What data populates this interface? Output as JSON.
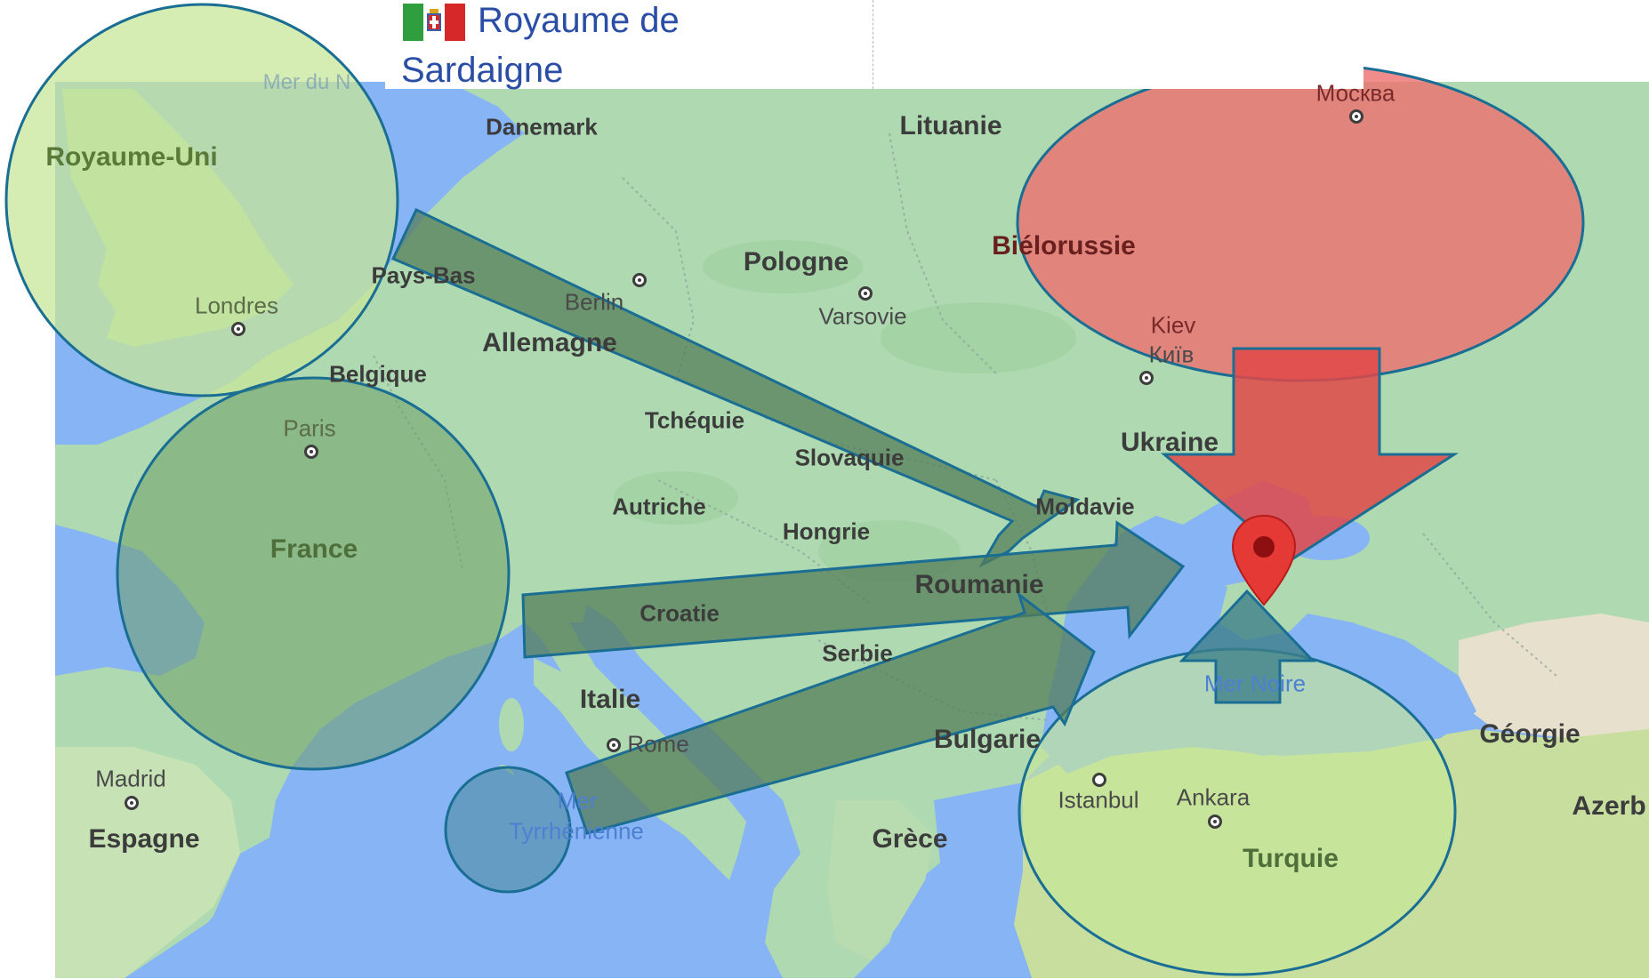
{
  "colors": {
    "sea": "#86b4f4",
    "land": "#aed9b1",
    "land_warm": "#e9e2cf",
    "overlay_green": "#c7e69a",
    "overlay_teal": "#3f7f8a",
    "overlay_red": "#ee6f6f",
    "arrow_green": "#547d5a",
    "arrow_red": "#e04848",
    "stroke": "#1a6e94",
    "marker": "#e53935",
    "link": "#2a4ea6"
  },
  "infobox": {
    "flag_icon": "kingdom-of-sardinia-flag",
    "link_line1": "Royaume de",
    "link_line2": "Sardaigne",
    "faded_text": "Mer du N"
  },
  "map": {
    "countries": {
      "royaume_uni": "Royaume-Uni",
      "danemark": "Danemark",
      "lituanie": "Lituanie",
      "pays_bas": "Pays-Bas",
      "pologne": "Pologne",
      "bielorussie": "Biélorussie",
      "allemagne": "Allemagne",
      "belgique": "Belgique",
      "tchequie": "Tchéquie",
      "slovaquie": "Slovaquie",
      "ukraine": "Ukraine",
      "autriche": "Autriche",
      "moldavie": "Moldavie",
      "hongrie": "Hongrie",
      "france": "France",
      "roumanie": "Roumanie",
      "croatie": "Croatie",
      "serbie": "Serbie",
      "italie": "Italie",
      "bulgarie": "Bulgarie",
      "georgie": "Géorgie",
      "espagne": "Espagne",
      "grece": "Grèce",
      "turquie": "Turquie",
      "azerbaidjan": "Azerb"
    },
    "cities": {
      "londres": "Londres",
      "paris": "Paris",
      "berlin": "Berlin",
      "varsovie": "Varsovie",
      "moscou": "Москва",
      "kiev": "Kiev",
      "kiev_local": "Київ",
      "rome": "Rome",
      "madrid": "Madrid",
      "istanbul": "Istanbul",
      "ankara": "Ankara"
    },
    "seas": {
      "mer_noire": "Mer Noire",
      "mer_tyrrhenienne_1": "Mer",
      "mer_tyrrhenienne_2": "Tyrrhénienne"
    },
    "marker_icon": "location-pin-icon"
  }
}
